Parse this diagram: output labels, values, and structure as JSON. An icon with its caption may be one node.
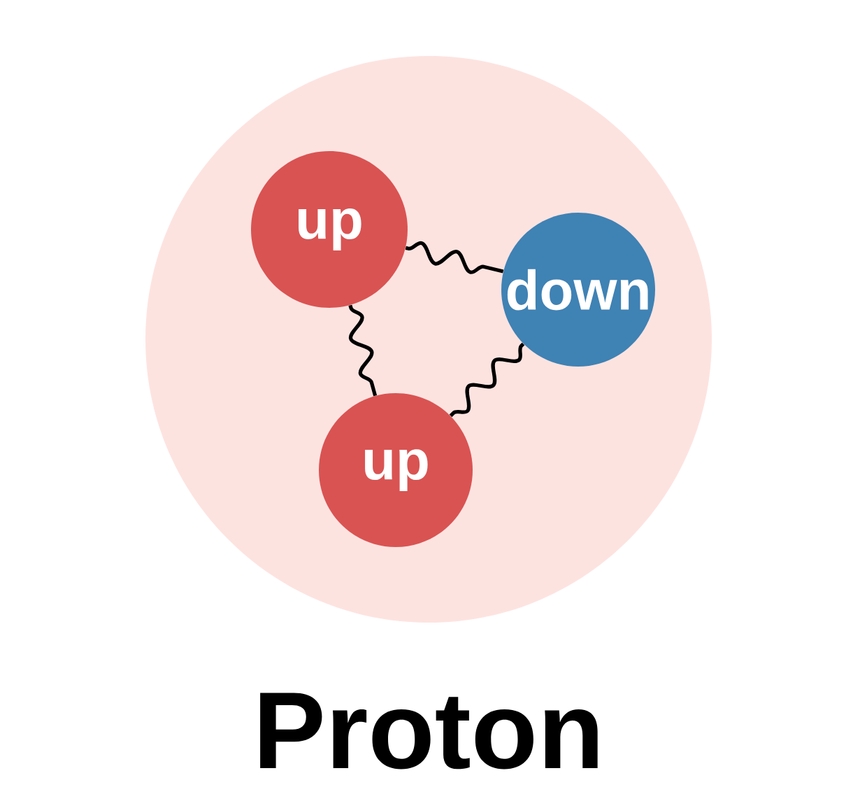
{
  "diagram": {
    "caption": "Proton",
    "nodes": [
      {
        "text": [],
        "shape": "circle"
      },
      {
        "text": [
          "up"
        ],
        "in": 0
      },
      {
        "text": [
          "down"
        ],
        "in": 0
      },
      {
        "text": [
          "up"
        ],
        "in": 0
      }
    ],
    "edges": [
      {
        "from": 1,
        "to": 2,
        "arrow": "none"
      },
      {
        "from": 1,
        "to": 3,
        "arrow": "none"
      },
      {
        "from": 2,
        "to": 3,
        "arrow": "none"
      }
    ]
  }
}
